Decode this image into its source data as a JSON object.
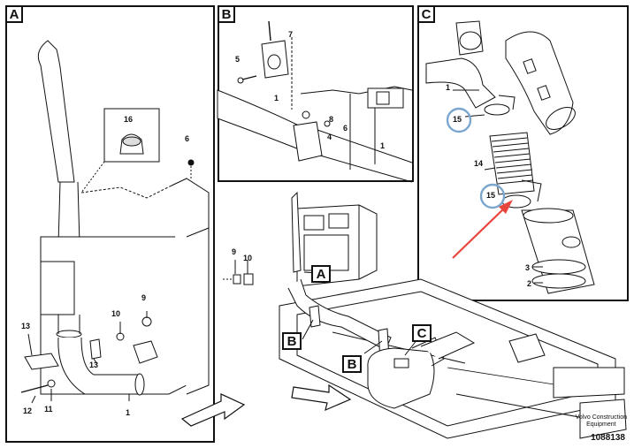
{
  "panels": {
    "a": {
      "tag": "A",
      "labels": [
        "16",
        "6",
        "9",
        "10",
        "9",
        "10",
        "13",
        "13",
        "12",
        "11",
        "1"
      ]
    },
    "b": {
      "tag": "B",
      "labels": [
        "7",
        "5",
        "1",
        "8",
        "6",
        "4",
        "1"
      ]
    },
    "c": {
      "tag": "C",
      "labels": [
        "1",
        "15",
        "14",
        "15",
        "3",
        "2"
      ]
    }
  },
  "overview_callouts": {
    "a": "A",
    "b1": "B",
    "b2": "B",
    "c": "C"
  },
  "branding": {
    "line1": "Volvo Construction",
    "line2": "Equipment",
    "drawing_id": "1088138"
  },
  "colors": {
    "highlight_circle": "#7ba7cf",
    "arrow": "#e8463c",
    "line": "#111111"
  }
}
